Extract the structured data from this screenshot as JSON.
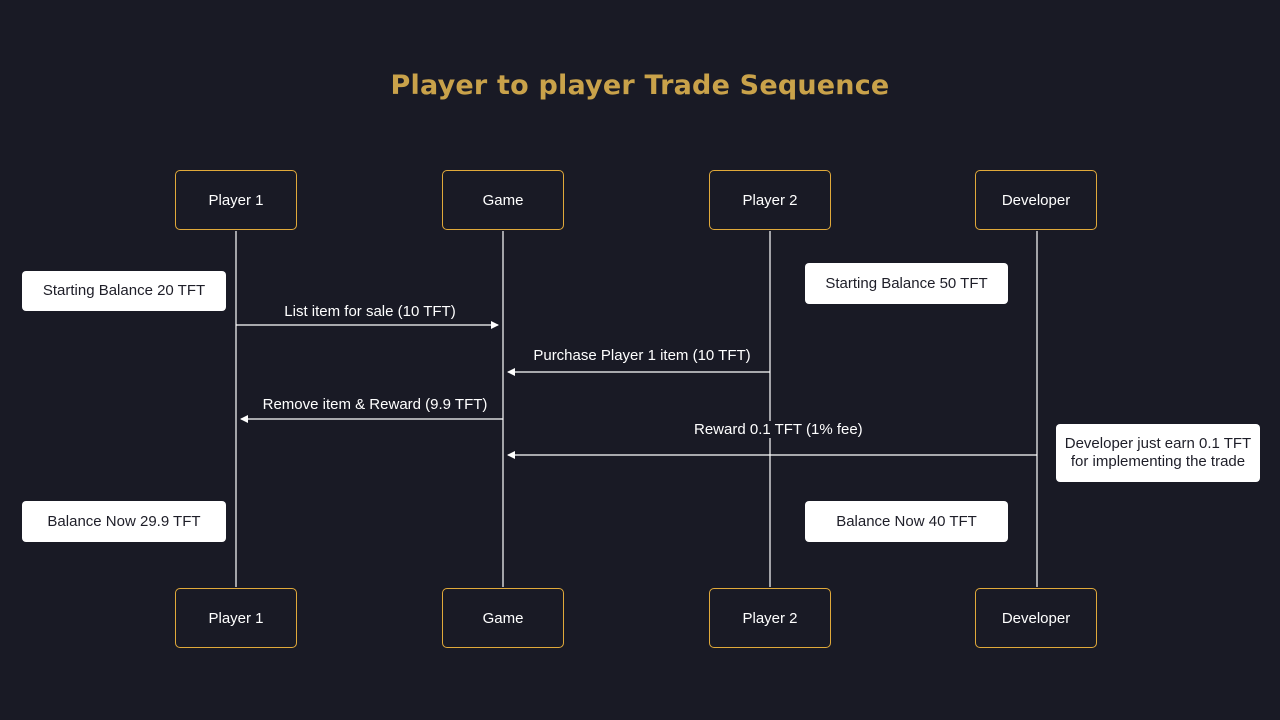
{
  "title": "Player to player Trade Sequence",
  "participants": {
    "player1": "Player 1",
    "game": "Game",
    "player2": "Player 2",
    "developer": "Developer"
  },
  "notes": {
    "player1_start": "Starting Balance 20 TFT",
    "player2_start": "Starting Balance 50 TFT",
    "developer_note": "Developer just earn 0.1 TFT for implementing the trade",
    "player1_end": "Balance Now 29.9 TFT",
    "player2_end": "Balance Now 40 TFT"
  },
  "messages": {
    "list_item": "List item for sale (10 TFT)",
    "purchase": "Purchase Player 1 item (10 TFT)",
    "remove_reward": "Remove item & Reward (9.9 TFT)",
    "developer_reward": "Reward 0.1 TFT (1% fee)"
  },
  "colors": {
    "background": "#191a25",
    "title": "#c9a24a",
    "actor_border": "#e0a93a",
    "line": "#ffffff"
  }
}
